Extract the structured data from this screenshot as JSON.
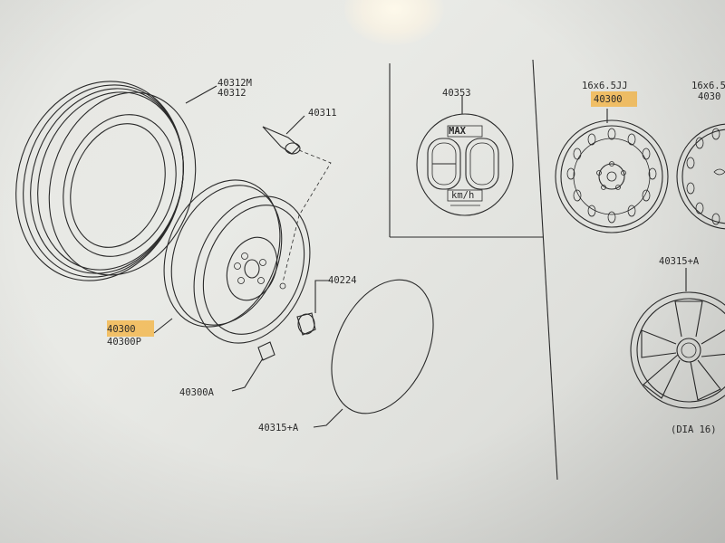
{
  "labels": {
    "tire_part_a": "40312M",
    "tire_part_b": "40312",
    "valve": "40311",
    "speed_sticker": "40353",
    "sticker_max": "MAX",
    "sticker_speed": "80",
    "sticker_unit": "km/h",
    "steel_wheel_a": "40300",
    "steel_wheel_b": "40300P",
    "nut": "40224",
    "balance_weight": "40300A",
    "cap": "40315+A",
    "wheel_size_1": "16x6.5JJ",
    "wheel_part_1": "40300",
    "wheel_size_2": "16x6.5",
    "wheel_part_2": "4030",
    "wheel_cover": "40315+A",
    "dia_note": "(DIA 16)"
  },
  "colors": {
    "highlight": "#f4b23c",
    "ink": "#2a2a2a"
  }
}
